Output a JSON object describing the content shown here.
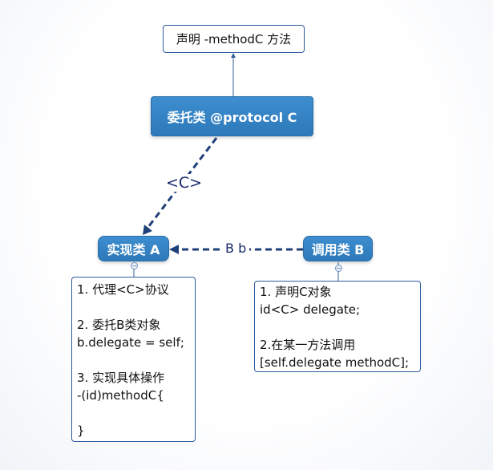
{
  "nodes": {
    "top_note": {
      "text": "声明 -methodC 方法"
    },
    "delegate_class": {
      "label": "委托类 @protocol C"
    },
    "impl_class": {
      "label": "实现类 A"
    },
    "caller_class": {
      "label": "调用类 B"
    }
  },
  "links": {
    "protocol_link": {
      "label": "<C>"
    },
    "b_link": {
      "label": "B b"
    }
  },
  "notes": {
    "impl_note": {
      "lines": [
        "1. 代理<C>协议",
        "",
        "2. 委托B类对象",
        "b.delegate = self;",
        "",
        "3. 实现具体操作",
        "-(id)methodC{",
        "",
        "}"
      ]
    },
    "caller_note": {
      "lines": [
        "1. 声明C对象",
        "id<C> delegate;",
        "",
        "2.在某一方法调用",
        "[self.delegate methodC];"
      ]
    }
  },
  "colors": {
    "node_fill": "#2f7fc1",
    "link_dark": "#1f3f7a",
    "note_border": "#2c5aa0"
  }
}
